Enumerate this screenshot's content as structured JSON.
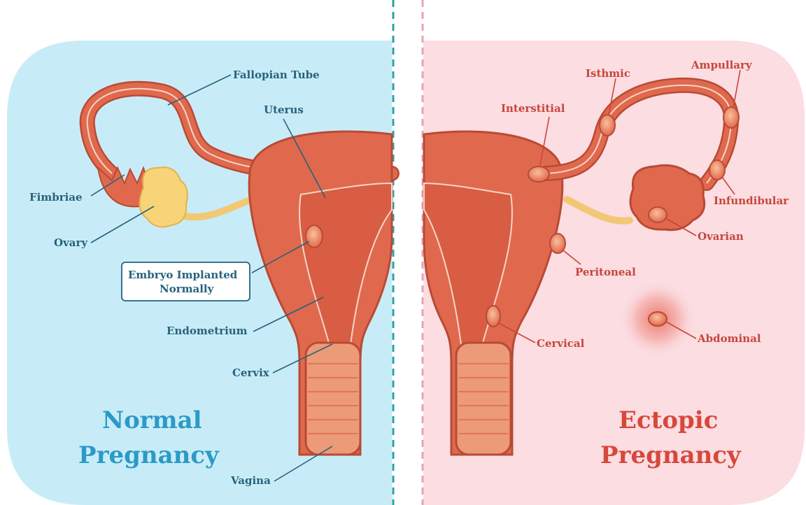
{
  "left_panel": {
    "title_line1": "Normal",
    "title_line2": "Pregnancy",
    "labels": {
      "fallopian_tube": "Fallopian Tube",
      "uterus": "Uterus",
      "fimbriae": "Fimbriae",
      "ovary": "Ovary",
      "embryo_line1": "Embryo Implanted",
      "embryo_line2": "Normally",
      "endometrium": "Endometrium",
      "cervix": "Cervix",
      "vagina": "Vagina"
    }
  },
  "right_panel": {
    "title_line1": "Ectopic",
    "title_line2": "Pregnancy",
    "labels": {
      "interstitial": "Interstitial",
      "isthmic": "Isthmic",
      "ampullary": "Ampullary",
      "infundibular": "Infundibular",
      "ovarian": "Ovarian",
      "peritoneal": "Peritoneal",
      "abdominal": "Abdominal",
      "cervical": "Cervical"
    }
  },
  "colors": {
    "left_bg": "#c8ecf7",
    "right_bg": "#fbdde2",
    "tissue": "#e0694d",
    "tissue_dark": "#b94a35",
    "tissue_light": "#ec9a78",
    "ovary": "#f8d478",
    "left_text": "#27627d",
    "right_text": "#c7463a",
    "left_divider": "#2aa3a6",
    "right_divider": "#e7a3b6"
  }
}
